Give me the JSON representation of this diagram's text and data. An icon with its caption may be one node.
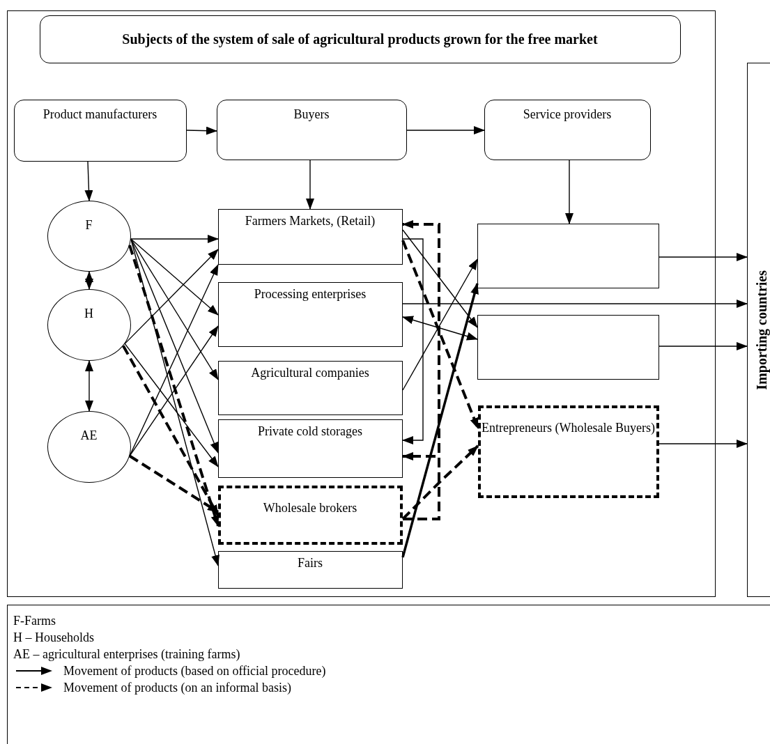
{
  "diagram": {
    "nodes": [
      {
        "text": [],
        "shape": "box"
      },
      {
        "text": [
          "Subjects of the system of sale of agricultural products grown for the free market"
        ],
        "in": 0
      },
      {
        "text": [
          "Product manufacturers"
        ],
        "in": 0
      },
      {
        "text": [
          "Buyers"
        ],
        "in": 0
      },
      {
        "text": [
          "Service providers"
        ],
        "in": 0
      },
      {
        "text": [
          "F"
        ],
        "in": 0
      },
      {
        "text": [
          "H"
        ],
        "in": 0
      },
      {
        "text": [
          "AE"
        ],
        "in": 0
      },
      {
        "text": [
          "Farmers Markets, (Retail)"
        ],
        "in": 0
      },
      {
        "text": [
          "Processing enterprises"
        ],
        "in": 0
      },
      {
        "text": [
          "Agricultural companies"
        ],
        "in": 0
      },
      {
        "text": [
          "Private cold storages"
        ],
        "in": 0
      },
      {
        "text": [
          "Wholesale brokers"
        ],
        "in": 0
      },
      {
        "text": [
          "Fairs"
        ],
        "in": 0
      },
      {
        "text": [],
        "shape": "box",
        "in": 0
      },
      {
        "text": [],
        "shape": "box",
        "in": 0
      },
      {
        "text": [
          "Entrepreneurs (Wholesale Buyers)"
        ],
        "in": 0
      },
      {
        "text": [
          "Importing countries"
        ]
      }
    ],
    "edges": [
      {
        "from": 2,
        "to": 3,
        "arrow": "to"
      },
      {
        "from": 3,
        "to": 4,
        "arrow": "to"
      },
      {
        "from": 2,
        "to": 5,
        "arrow": "to"
      },
      {
        "from": 3,
        "to": 8,
        "arrow": "to"
      },
      {
        "from": 4,
        "to": 14,
        "arrow": "to"
      },
      {
        "from": 5,
        "to": 6,
        "arrow": "both"
      },
      {
        "from": 6,
        "to": 7,
        "arrow": "both"
      },
      {
        "from": 5,
        "to": 8,
        "arrow": "to"
      },
      {
        "from": 5,
        "to": 9,
        "arrow": "to"
      },
      {
        "from": 5,
        "to": 10,
        "arrow": "to"
      },
      {
        "from": 5,
        "to": 11,
        "arrow": "to"
      },
      {
        "from": 5,
        "to": 13,
        "arrow": "to"
      },
      {
        "from": 5,
        "to": 12,
        "arrow": "to",
        "style": "dashed"
      },
      {
        "from": 6,
        "to": 8,
        "arrow": "to"
      },
      {
        "from": 6,
        "to": 11,
        "arrow": "to"
      },
      {
        "from": 6,
        "to": 12,
        "arrow": "to",
        "style": "dashed"
      },
      {
        "from": 7,
        "to": 8,
        "arrow": "to"
      },
      {
        "from": 7,
        "to": 9,
        "arrow": "to"
      },
      {
        "from": 7,
        "to": 12,
        "arrow": "to",
        "style": "dashed"
      },
      {
        "from": 8,
        "to": 11,
        "arrow": "to"
      },
      {
        "from": 8,
        "to": 15,
        "arrow": "to"
      },
      {
        "from": 8,
        "to": 16,
        "arrow": "to",
        "style": "dashed"
      },
      {
        "from": 12,
        "to": 8,
        "arrow": "to",
        "style": "dashed"
      },
      {
        "from": 12,
        "to": 11,
        "arrow": "to",
        "style": "dashed"
      },
      {
        "from": 12,
        "to": 16,
        "arrow": "to",
        "style": "dashed"
      },
      {
        "from": 9,
        "to": 17,
        "arrow": "to"
      },
      {
        "from": 9,
        "to": 15,
        "arrow": "both"
      },
      {
        "from": 10,
        "to": 14,
        "arrow": "to"
      },
      {
        "from": 13,
        "to": 14,
        "arrow": "to",
        "style": "thick"
      },
      {
        "from": 14,
        "to": 17,
        "arrow": "to"
      },
      {
        "from": 15,
        "to": 17,
        "arrow": "to"
      },
      {
        "from": 16,
        "to": 17,
        "arrow": "to"
      }
    ],
    "labels": [
      "F-Farms",
      "H – Households",
      "AE – agricultural enterprises (training farms)"
    ],
    "legend": [
      {
        "text": "Movement of products (based on official procedure)"
      },
      {
        "text": "Movement of products (on an informal basis)"
      }
    ]
  }
}
